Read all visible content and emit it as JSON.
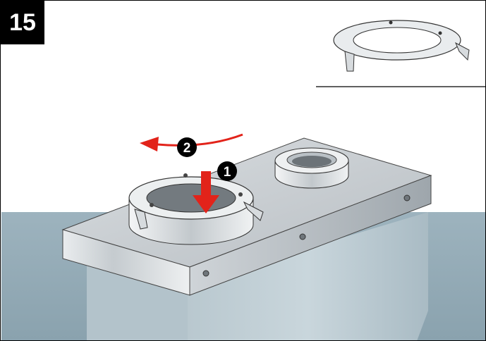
{
  "step": {
    "number": "15"
  },
  "callouts": [
    {
      "label": "1",
      "meaning": "press-down"
    },
    {
      "label": "2",
      "meaning": "rotate-counterclockwise"
    }
  ],
  "colors": {
    "arrow": "#e2231a",
    "wall": "#8fa7b3",
    "steel": "#c9ced2"
  },
  "icons": {
    "down_arrow": "red-down-arrow-icon",
    "rotate_arrow": "red-curved-rotate-arrow-icon",
    "bracket_inset": "mounting-ring-bracket-icon"
  }
}
